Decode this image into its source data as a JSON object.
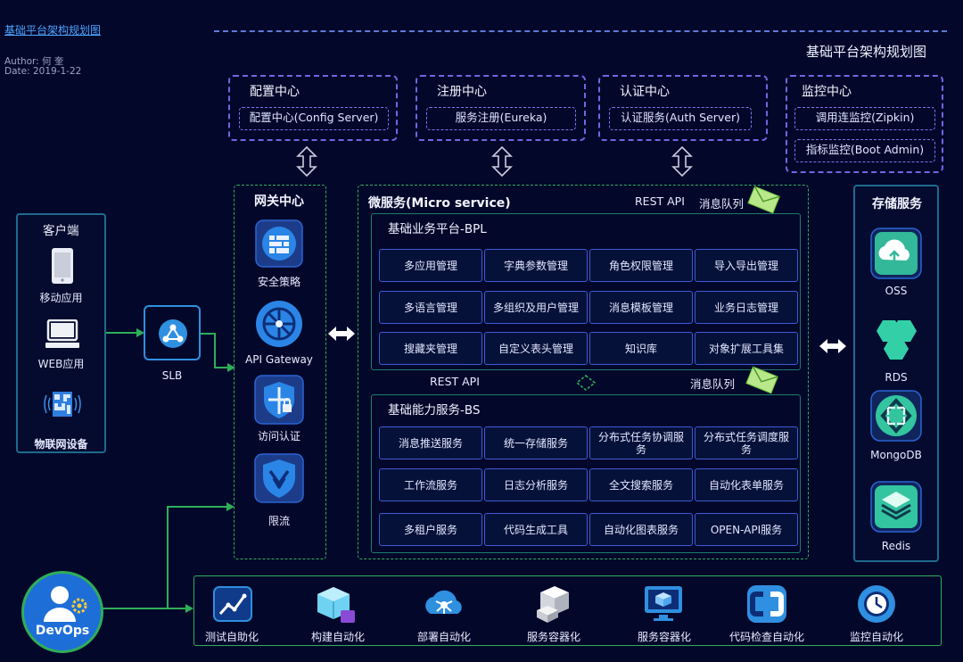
{
  "header": {
    "link_title": "基础平台架构规划图",
    "author": "Author: 何  奎",
    "date": "Date: 2019-1-22",
    "corner_title": "基础平台架构规划图"
  },
  "top_groups": [
    {
      "title": "配置中心",
      "items": [
        "配置中心(Config Server)"
      ]
    },
    {
      "title": "注册中心",
      "items": [
        "服务注册(Eureka)"
      ]
    },
    {
      "title": "认证中心",
      "items": [
        "认证服务(Auth Server)"
      ]
    },
    {
      "title": "监控中心",
      "items": [
        "调用连监控(Zipkin)",
        "指标监控(Boot Admin)"
      ]
    }
  ],
  "client": {
    "title": "客户端",
    "items": [
      {
        "label": "移动应用",
        "icon": "mobile-phone-icon"
      },
      {
        "label": "WEB应用",
        "icon": "desktop-computer-icon"
      },
      {
        "label": "物联网设备",
        "icon": "iot-device-icon"
      }
    ]
  },
  "slb": {
    "label": "SLB",
    "icon": "load-balancer-icon"
  },
  "gateway": {
    "title": "网关中心",
    "items": [
      {
        "label": "安全策略",
        "icon": "firewall-icon"
      },
      {
        "label": "API Gateway",
        "icon": "api-gateway-icon"
      },
      {
        "label": "访问认证",
        "icon": "shield-lock-icon"
      },
      {
        "label": "限流",
        "icon": "shield-rate-limit-icon"
      }
    ]
  },
  "microservice": {
    "title": "微服务(Micro service)",
    "rest_api": "REST API",
    "mq": "消息队列",
    "mid_rest_api": "REST API",
    "mid_mq": "消息队列",
    "bpl": {
      "title": "基础业务平台-BPL",
      "cells": [
        "多应用管理",
        "字典参数管理",
        "角色权限管理",
        "导入导出管理",
        "多语言管理",
        "多组织及用户管理",
        "消息模板管理",
        "业务日志管理",
        "搜藏夹管理",
        "自定义表头管理",
        "知识库",
        "对象扩展工具集"
      ]
    },
    "bs": {
      "title": "基础能力服务-BS",
      "cells": [
        "消息推送服务",
        "统一存储服务",
        "分布式任务协调服务",
        "分布式任务调度服务",
        "工作流服务",
        "日志分析服务",
        "全文搜索服务",
        "自动化表单服务",
        "多租户服务",
        "代码生成工具",
        "自动化图表服务",
        "OPEN-API服务"
      ]
    }
  },
  "storage": {
    "title": "存储服务",
    "items": [
      {
        "label": "OSS",
        "icon": "cloud-storage-icon"
      },
      {
        "label": "RDS",
        "icon": "database-hexagon-icon"
      },
      {
        "label": "MongoDB",
        "icon": "mongodb-icon"
      },
      {
        "label": "Redis",
        "icon": "redis-stack-icon"
      }
    ]
  },
  "devops": {
    "label": "DevOps",
    "items": [
      {
        "label": "测试自助化",
        "icon": "test-chart-icon"
      },
      {
        "label": "构建自动化",
        "icon": "build-cube-icon"
      },
      {
        "label": "部署自动化",
        "icon": "deploy-cloud-icon"
      },
      {
        "label": "服务容器化",
        "icon": "container-boxes-icon"
      },
      {
        "label": "服务容器化",
        "icon": "container-monitor-icon"
      },
      {
        "label": "代码检查自动化",
        "icon": "code-check-icon"
      },
      {
        "label": "监控自动化",
        "icon": "monitor-clock-icon"
      }
    ]
  },
  "colors": {
    "background": "#03082a",
    "accent_blue": "#2f8fe0",
    "dashed_purple": "#6f66e0",
    "green_line": "#2fae58"
  }
}
